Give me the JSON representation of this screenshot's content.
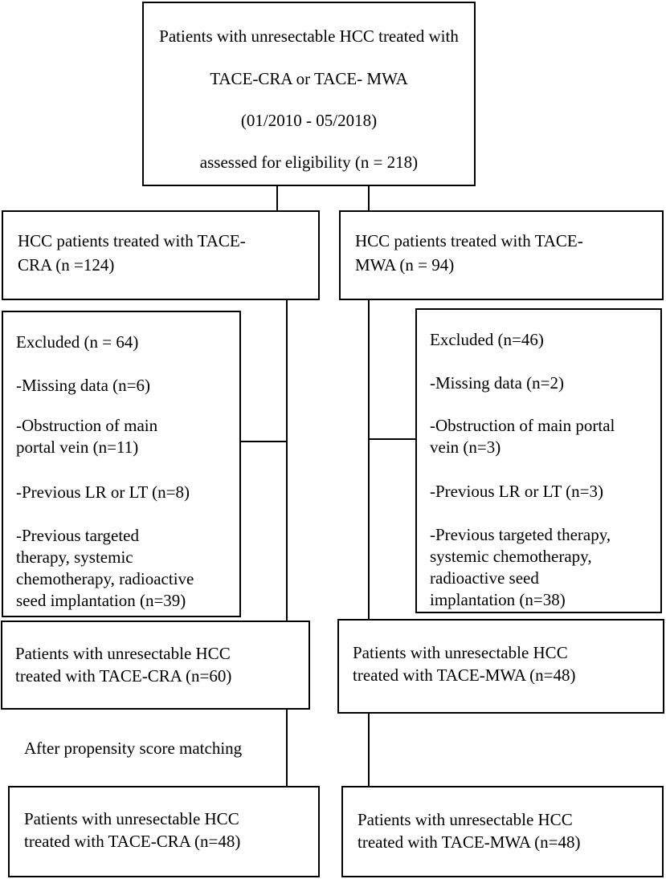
{
  "top_box": {
    "lines": [
      "Patients with unresectable HCC treated with",
      "TACE-CRA or TACE- MWA",
      "(01/2010 - 05/2018)",
      "assessed for eligibility (n = 218)"
    ]
  },
  "cra_box": {
    "lines": [
      "HCC patients treated with TACE-",
      "CRA (n =124)"
    ]
  },
  "mwa_box": {
    "lines": [
      "HCC patients treated with TACE-",
      "MWA (n = 94)"
    ]
  },
  "excluded_left": {
    "title": "Excluded (n = 64)",
    "missing": "-Missing data (n=6)",
    "obstruction": [
      "-Obstruction of main",
      "portal vein (n=11)"
    ],
    "previous_lr": "-Previous LR or LT (n=8)",
    "previous_targeted": [
      "-Previous targeted",
      "therapy, systemic",
      "chemotherapy, radioactive",
      "seed implantation (n=39)"
    ]
  },
  "excluded_right": {
    "title": "Excluded (n=46)",
    "missing": "-Missing data (n=2)",
    "obstruction": [
      "-Obstruction of main portal",
      "vein (n=3)"
    ],
    "previous_lr": "-Previous LR or LT (n=3)",
    "previous_targeted": [
      "-Previous targeted therapy,",
      "systemic chemotherapy,",
      "radioactive seed",
      "implantation (n=38)"
    ]
  },
  "result_left_1": {
    "lines": [
      "Patients with unresectable HCC",
      "treated with TACE-CRA (n=60)"
    ]
  },
  "result_right_1": {
    "lines": [
      "Patients with unresectable HCC",
      "treated with TACE-MWA (n=48)"
    ]
  },
  "psm_label": "After propensity score matching",
  "result_left_2": {
    "lines": [
      "Patients with unresectable HCC",
      "treated with TACE-CRA (n=48)"
    ]
  },
  "result_right_2": {
    "lines": [
      "Patients with unresectable HCC",
      "treated with TACE-MWA (n=48)"
    ]
  }
}
